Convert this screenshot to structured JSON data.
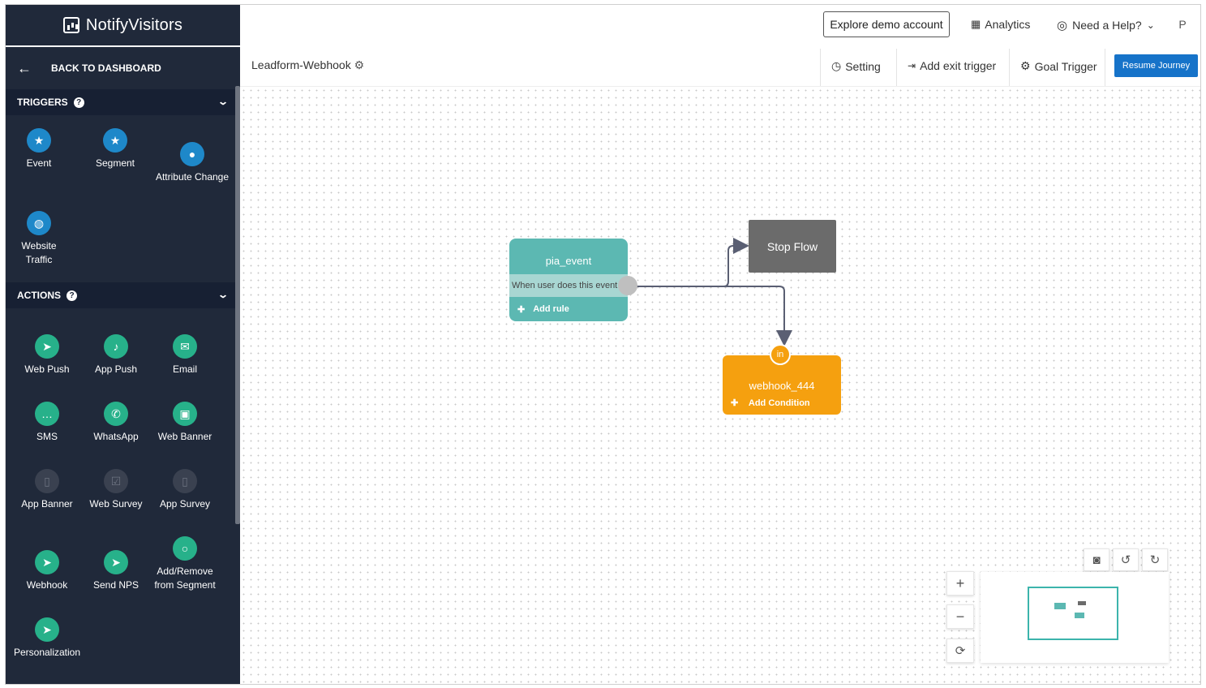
{
  "brand": {
    "name": "NotifyVisitors"
  },
  "sidebar": {
    "back_label": "BACK TO DASHBOARD",
    "triggers_header": "TRIGGERS",
    "actions_header": "ACTIONS",
    "triggers": [
      {
        "label": "Event"
      },
      {
        "label": "Segment"
      },
      {
        "label": "Attribute Change"
      },
      {
        "label": "Website Traffic"
      }
    ],
    "actions": [
      {
        "label": "Web Push"
      },
      {
        "label": "App Push"
      },
      {
        "label": "Email"
      },
      {
        "label": "SMS"
      },
      {
        "label": "WhatsApp"
      },
      {
        "label": "Web Banner"
      },
      {
        "label": "App Banner"
      },
      {
        "label": "Web Survey"
      },
      {
        "label": "App Survey"
      },
      {
        "label": "Webhook"
      },
      {
        "label": "Send NPS"
      },
      {
        "label": "Add/Remove from Segment"
      },
      {
        "label": "Personalization"
      }
    ]
  },
  "topbar": {
    "demo_button": "Explore demo account",
    "analytics": "Analytics",
    "help": "Need a Help?",
    "avatar": "P"
  },
  "journey": {
    "title": "Leadform-Webhook",
    "setting": "Setting",
    "exit_trigger": "Add exit trigger",
    "goal_trigger": "Goal Trigger",
    "resume": "Resume Journey"
  },
  "canvas": {
    "event_node": {
      "title": "pia_event",
      "condition": "When user does this event",
      "add_rule": "Add rule"
    },
    "stop_node": {
      "label": "Stop Flow"
    },
    "webhook_node": {
      "in_label": "in",
      "title": "webhook_444",
      "add_condition": "Add Condition"
    }
  },
  "colors": {
    "sidebar_bg": "#20293a",
    "trigger_icon": "#1e88c9",
    "action_icon": "#27b18a",
    "event_node": "#5cb8b2",
    "webhook_node": "#f5a00f",
    "stop_node": "#6b6b6b",
    "resume_button": "#1673c9"
  }
}
